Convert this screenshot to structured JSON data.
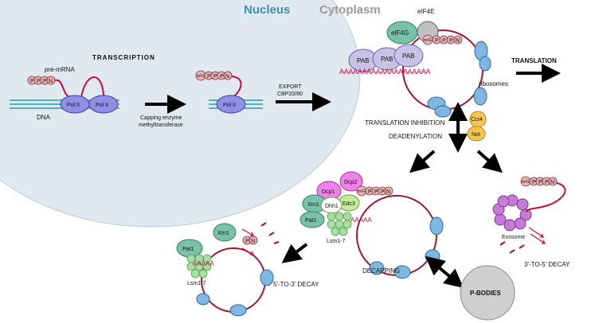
{
  "header": {
    "nucleus": "Nucleus",
    "cytoplasm": "Cytoplasm"
  },
  "colors": {
    "nucleus_fill": "#dfe9ef",
    "nucleus_text": "#3f8fb0",
    "cytoplasm_text": "#9a9a9a",
    "ribosome": "#7fb7e0",
    "pol": "#8f8fe6",
    "pab": "#c8c3e6",
    "rna": "#c40f3a",
    "pnode": "#e6b6b6",
    "pat1": "#78c2a8",
    "lsm": "#a5e0a0",
    "dcp": "#ee82e6",
    "exosome": "#c87ad6",
    "pbody": "#cfcfcf",
    "ccr4": "#f6c550"
  },
  "labels": {
    "transcription": "TRANSCRIPTION",
    "pre_mrna": "pre-mRNA",
    "dna": "DNA",
    "pol": "Pol II",
    "cap_node": "m²G",
    "p": "P",
    "n": "N",
    "capping": [
      "Capping enzyme",
      "methyltransferase"
    ],
    "export": "EXPORT",
    "cbp": "CBP20/80",
    "eif4g": "eIF4G",
    "eif4e": "eIF4E",
    "pab": "PAB",
    "polya_long": "AAAAAAAAAAAAAAAAAAAA",
    "ribosomes": "ribosomes",
    "translation": "TRANSLATION",
    "translation_inhibition": "TRANSLATION INHIBITION",
    "deadenylation": "DEADENYLATION",
    "ccr4": "Ccr4",
    "not": "Not",
    "dcp1": "Dcp1",
    "dcp2": "Dcp2",
    "xrn1": "Xrn1",
    "dhh1": "Dhh1",
    "edc3": "Edc3",
    "pat1": "Pat1",
    "lsm": "Lsm1-7",
    "polya_short": "AAAAA",
    "decapping": "DECAPPING",
    "exosome": "Exosome",
    "decay_3to5": "3'-TO-5' DECAY",
    "decay_5to3": "5'-TO-3' DECAY",
    "pbodies": "P-BODIES"
  }
}
